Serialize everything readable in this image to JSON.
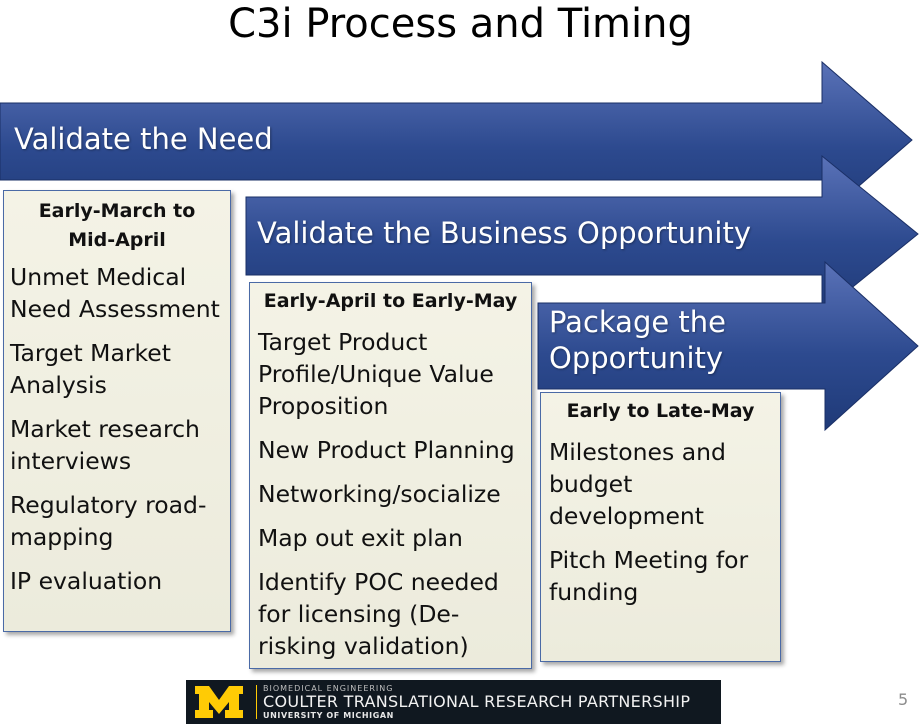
{
  "title": "C3i Process and Timing",
  "colors": {
    "arrow_dark": "#1f3a78",
    "arrow_light": "#5a72b8",
    "card_border": "#4a6aa6",
    "card_fill": "#f0efe1"
  },
  "arrows": [
    {
      "label": "Validate the Need"
    },
    {
      "label": "Validate the Business Opportunity"
    },
    {
      "label": "Package the Opportunity"
    }
  ],
  "stages": [
    {
      "timing": "Early-March to Mid-April",
      "items": [
        "Unmet Medical Need Assessment",
        "Target Market Analysis",
        "Market research interviews",
        "Regulatory road-mapping",
        "IP evaluation"
      ]
    },
    {
      "timing": "Early-April to Early-May",
      "items": [
        "Target Product Profile/Unique Value Proposition",
        "New Product Planning",
        "Networking/socialize",
        "Map out exit plan",
        "Identify POC needed for licensing (De-risking validation)"
      ]
    },
    {
      "timing": "Early to Late-May",
      "items": [
        "Milestones and budget development",
        "Pitch Meeting for funding"
      ]
    }
  ],
  "footer": {
    "logo_letter": "M",
    "small_text": "BIOMEDICAL ENGINEERING",
    "main_text": "COULTER TRANSLATIONAL RESEARCH PARTNERSHIP",
    "sub_text": "UNIVERSITY OF MICHIGAN"
  },
  "page_number": "5"
}
